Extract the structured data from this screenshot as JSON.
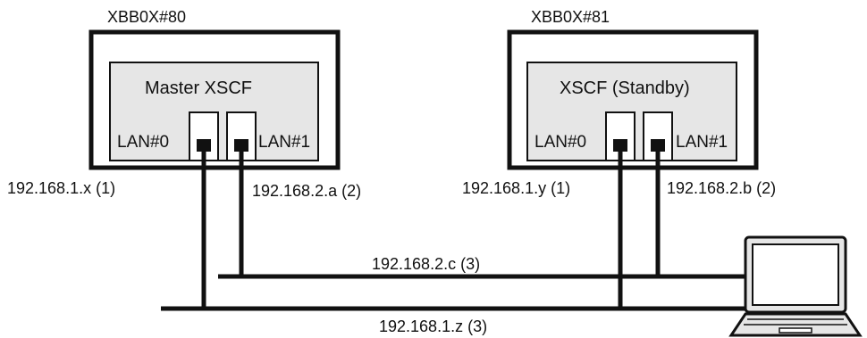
{
  "colors": {
    "line": "#111111",
    "panel_fill": "#e6e6e6",
    "background": "#ffffff",
    "screen_fill": "#e6e6e6"
  },
  "units": [
    {
      "name": "XBB0X#80",
      "module": "Master XSCF",
      "ports": [
        "LAN#0",
        "LAN#1"
      ],
      "lan0_ip": "192.168.1.x (1)",
      "lan1_ip": "192.168.2.a (2)"
    },
    {
      "name": "XBB0X#81",
      "module": "XSCF (Standby)",
      "ports": [
        "LAN#0",
        "LAN#1"
      ],
      "lan0_ip": "192.168.1.y (1)",
      "lan1_ip": "192.168.2.b (2)"
    }
  ],
  "networks": {
    "lan1_net": "192.168.2.c (3)",
    "lan0_net": "192.168.1.z (3)"
  },
  "terminal_icon": "laptop-icon"
}
